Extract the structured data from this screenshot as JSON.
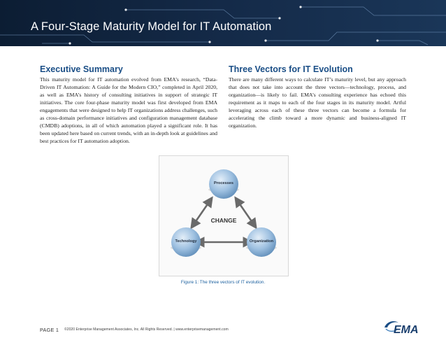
{
  "banner": {
    "title": "A Four-Stage Maturity Model for IT Automation"
  },
  "sections": {
    "executive_summary": {
      "heading": "Executive Summary",
      "body": "This maturity model for IT automation evolved from EMA’s research, “Data-Driven IT Automation: A Guide for the Modern CIO,” completed in April 2020, as well as EMA’s history of consulting initiatives in support of strategic IT initiatives. The core four-phase maturity model was first developed from EMA engagements that were designed to help IT organizations address challenges, such as cross-domain performance initiatives and configuration management database (CMDB) adoptions, in all of which automation played a significant role. It has been updated here based on current trends, with an in-depth look at guidelines and best practices for IT automation adoption."
    },
    "three_vectors": {
      "heading": "Three Vectors for IT Evolution",
      "body": "There are many different ways to calculate IT’s maturity level, but any approach that does not take into account the three vectors—technology, process, and organization—is likely to fail. EMA’s consulting experience has echoed this requirement as it maps to each of the four stages in its maturity model. Artful leveraging across each of these three vectors can become a formula for accelerating the climb toward a more dynamic and business-aligned IT organization."
    }
  },
  "figure": {
    "nodes": {
      "top": "Processes",
      "left": "Technology",
      "right": "Organization"
    },
    "center": "CHANGE",
    "caption": "Figure 1: The three vectors of IT evolution."
  },
  "footer": {
    "page": "PAGE 1",
    "copyright": "©2020 Enterprise Management Associates, Inc. All Rights Reserved. | www.enterprisemanagement.com",
    "logo_text": "EMA"
  },
  "colors": {
    "banner_bg": "#0c1d33",
    "heading_blue": "#1a4e86",
    "node_blue": "#8fb6da",
    "caption_blue": "#1a5f9e"
  }
}
